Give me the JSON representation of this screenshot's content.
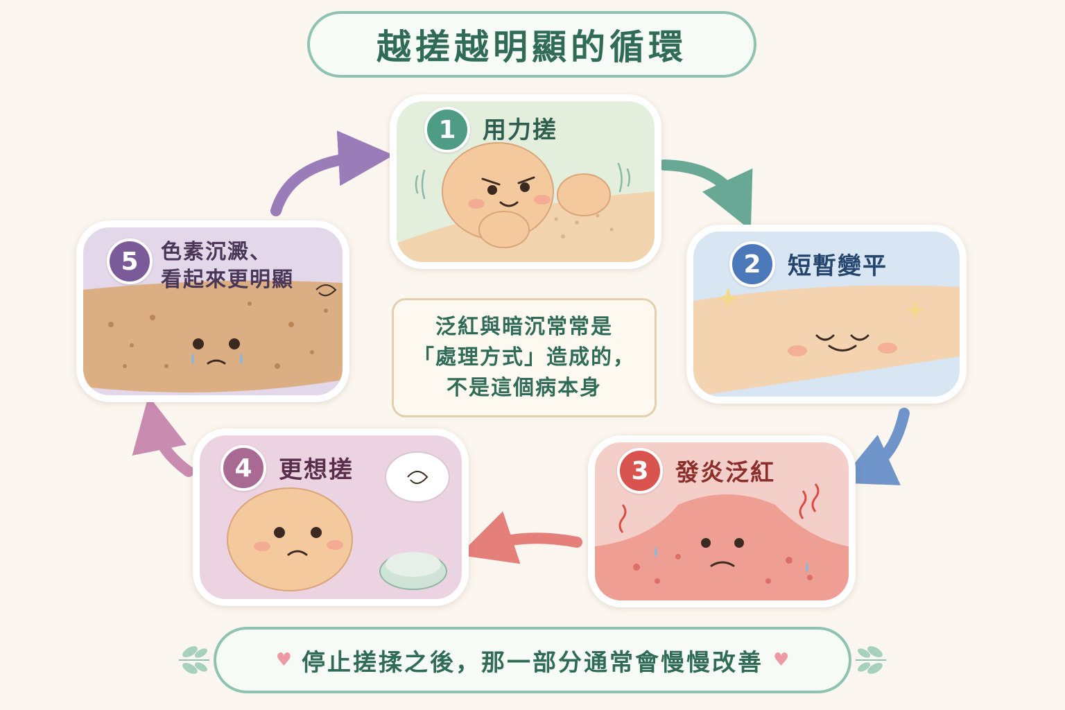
{
  "title": "越搓越明顯的循環",
  "steps": [
    {
      "number": "1",
      "label": "用力搓",
      "color": "#4e9c84",
      "text_color": "#2e5e4e"
    },
    {
      "number": "2",
      "label": "短暫變平",
      "color": "#4a78b8",
      "text_color": "#24456e"
    },
    {
      "number": "3",
      "label": "發炎泛紅",
      "color": "#d9534f",
      "text_color": "#8c2e2b"
    },
    {
      "number": "4",
      "label": "更想搓",
      "color": "#a86a92",
      "text_color": "#5a2f4c"
    },
    {
      "number": "5",
      "label_line1": "色素沉澱、",
      "label_line2": "看起來更明顯",
      "color": "#7a5a98",
      "text_color": "#4a3656"
    }
  ],
  "center_note": {
    "line1": "泛紅與暗沉常常是",
    "line2": "「處理方式」造成的，",
    "line3": "不是這個病本身"
  },
  "bottom_message": "停止搓揉之後，那一部分通常會慢慢改善",
  "colors": {
    "accent_green": "#4e9c84",
    "arrow_green": "#6aa896",
    "arrow_blue": "#6f94c9",
    "arrow_red": "#e57f7a",
    "arrow_pink": "#c98bb0",
    "arrow_purple": "#9a7cb8"
  }
}
